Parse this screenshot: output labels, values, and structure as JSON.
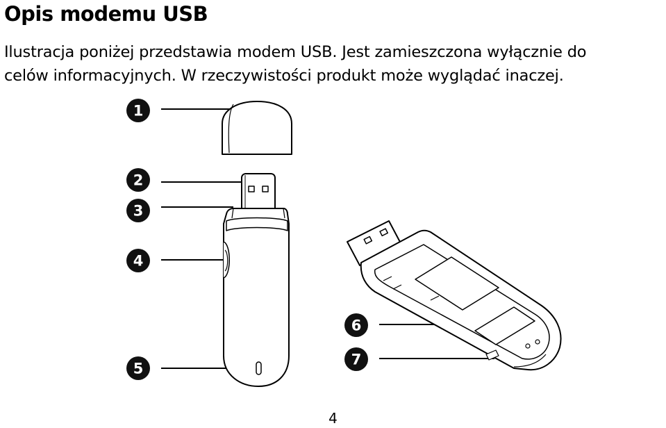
{
  "title": "Opis modemu USB",
  "intro": {
    "line1": "Ilustracja poniżej przedstawia modem USB. Jest zamieszczona wyłącznie do",
    "line2": "celów informacyjnych. W rzeczywistości produkt może wyglądać inaczej."
  },
  "callouts": [
    "1",
    "2",
    "3",
    "4",
    "5",
    "6",
    "7"
  ],
  "page_number": "4"
}
